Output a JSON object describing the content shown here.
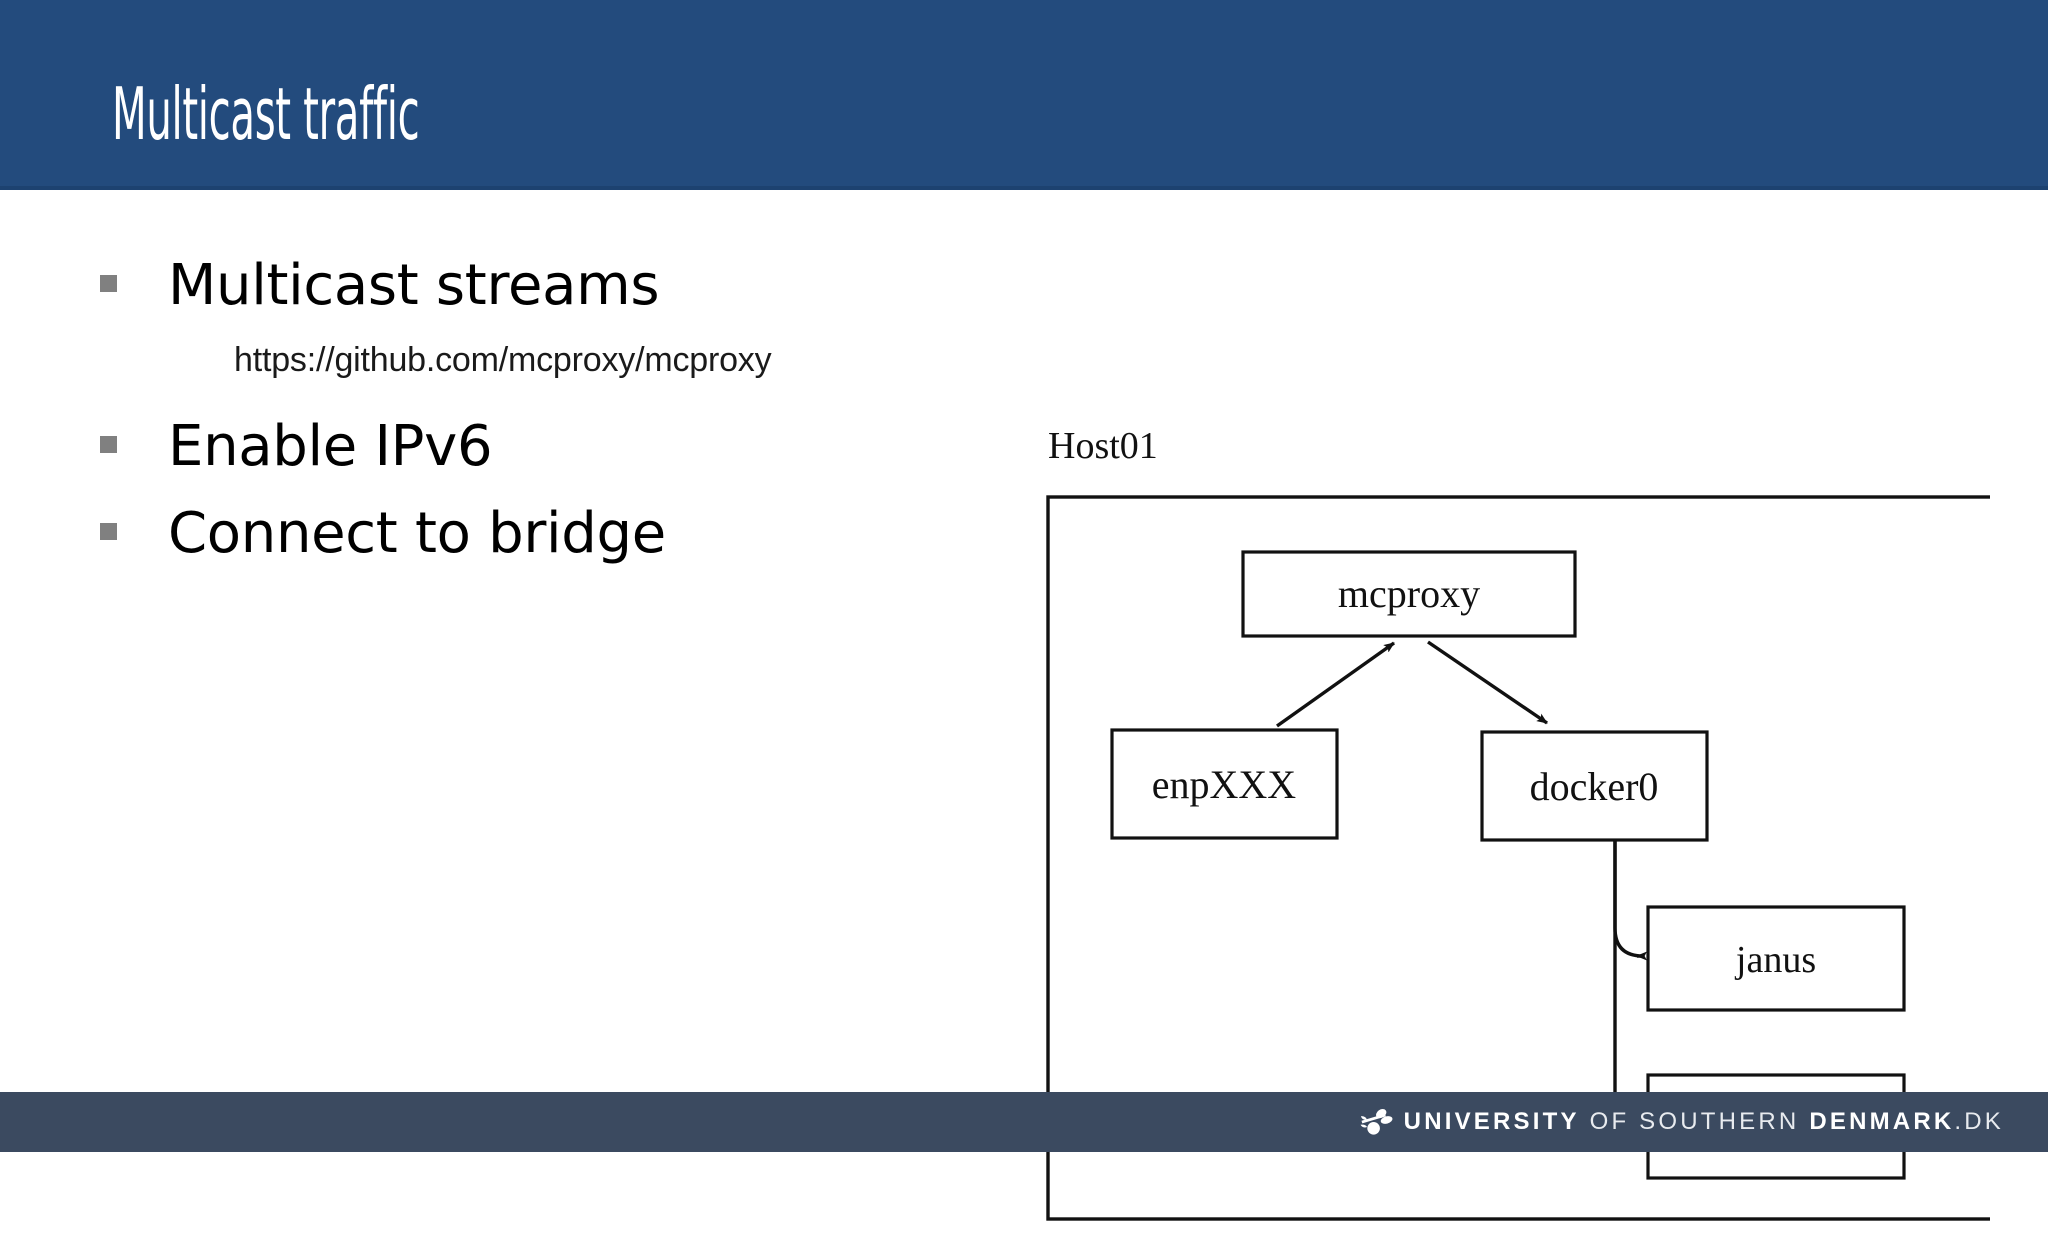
{
  "slide": {
    "title": "Multicast traffic",
    "header_color": "#234b7d",
    "bullet_marker_color": "#808080",
    "bullets": [
      {
        "label": "Multicast streams"
      },
      {
        "label": "Enable IPv6"
      },
      {
        "label": "Connect to bridge"
      }
    ],
    "sub_link": "https://github.com/mcproxy/mcproxy"
  },
  "diagram": {
    "host_label": "Host01",
    "nodes": {
      "mcproxy": "mcproxy",
      "enpxxx": "enpXXX",
      "docker0": "docker0",
      "janus1": "janus",
      "janus2": "janus"
    },
    "edges": [
      {
        "from": "enpXXX",
        "to": "mcproxy"
      },
      {
        "from": "mcproxy",
        "to": "docker0"
      },
      {
        "from": "docker0",
        "to": "janus"
      },
      {
        "from": "docker0",
        "to": "janus"
      }
    ],
    "stroke_color": "#111111"
  },
  "footer": {
    "background": "#3b4a60",
    "logo_icon": "leaf-berry-icon",
    "text_university": "UNIVERSITY",
    "text_of_southern": "OF SOUTHERN",
    "text_denmark": "DENMARK",
    "text_tld": ".DK"
  }
}
